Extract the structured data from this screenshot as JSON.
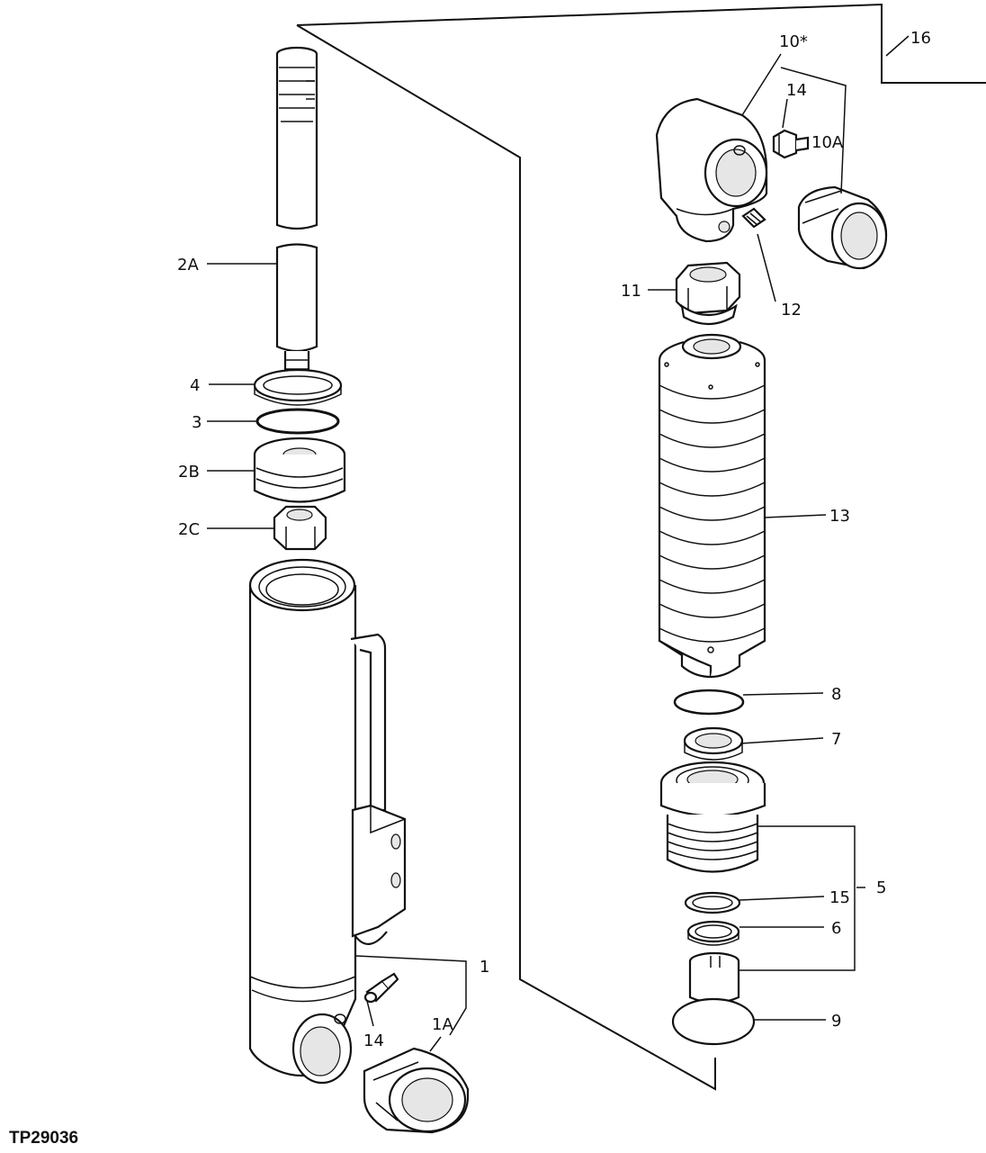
{
  "figure_code": "TP29036",
  "labels": {
    "p1": "1",
    "p1a": "1A",
    "p2a": "2A",
    "p2b": "2B",
    "p2c": "2C",
    "p3": "3",
    "p4": "4",
    "p5": "5",
    "p6": "6",
    "p7": "7",
    "p8": "8",
    "p9": "9",
    "p10": "10*",
    "p10a": "10A",
    "p11": "11",
    "p12": "12",
    "p13": "13",
    "p14_left": "14",
    "p14_right": "14",
    "p15": "15",
    "p16": "16"
  }
}
